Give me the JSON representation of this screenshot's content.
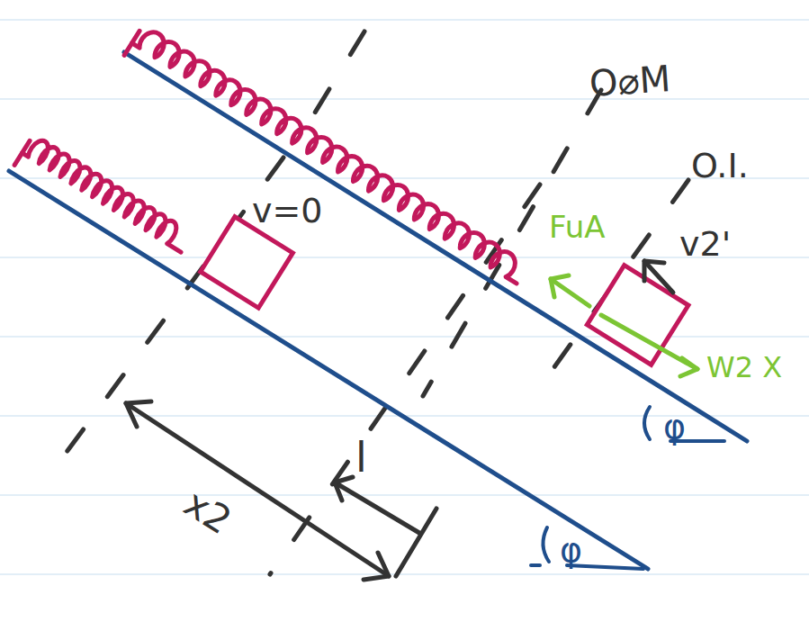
{
  "diagram": {
    "labels": [
      "O⌀M",
      "O.I.",
      "v=0",
      "FuA",
      "v2'",
      "W2 X",
      "x2",
      "l",
      "φ",
      "φ"
    ]
  }
}
